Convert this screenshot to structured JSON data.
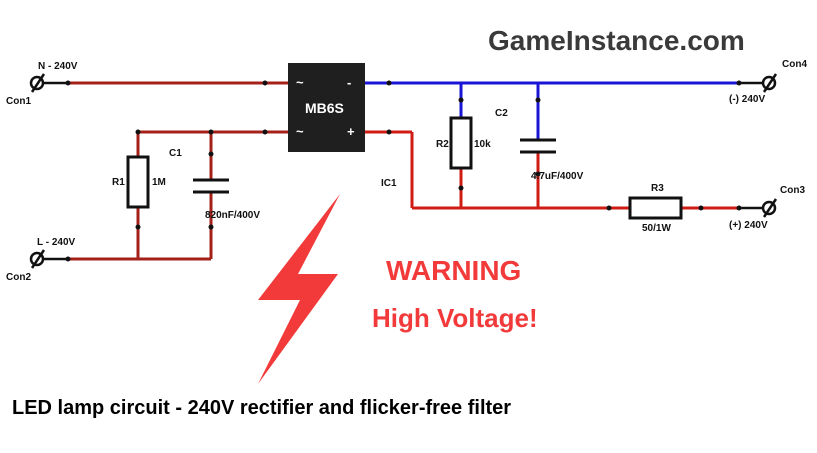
{
  "brand": "GameInstance.com",
  "connectors": {
    "con1": {
      "name": "Con1",
      "label": "N - 240V"
    },
    "con2": {
      "name": "Con2",
      "label": "L - 240V"
    },
    "con3": {
      "name": "Con3",
      "label": "(+) 240V"
    },
    "con4": {
      "name": "Con4",
      "label": "(-) 240V"
    }
  },
  "bridge": {
    "part": "MB6S",
    "ref": "IC1",
    "pins": {
      "ac_top": "~",
      "ac_bottom": "~",
      "minus": "-",
      "plus": "+"
    }
  },
  "components": {
    "r1": {
      "ref": "R1",
      "value": "1M"
    },
    "c1": {
      "ref": "C1",
      "value": "820nF/400V"
    },
    "r2": {
      "ref": "R2",
      "value": "10k"
    },
    "c2": {
      "ref": "C2",
      "value": "4.7uF/400V"
    },
    "r3": {
      "ref": "R3",
      "value": "50/1W"
    }
  },
  "warning": {
    "title": "WARNING",
    "subtitle": "High Voltage!"
  },
  "caption": "LED lamp circuit - 240V rectifier and flicker-free filter",
  "colors": {
    "ac_wire": "#a52019",
    "negative_wire": "#1a14d6",
    "positive_wire": "#d11c14",
    "warning": "#f23a3a",
    "chip": "#1f1f1f"
  }
}
